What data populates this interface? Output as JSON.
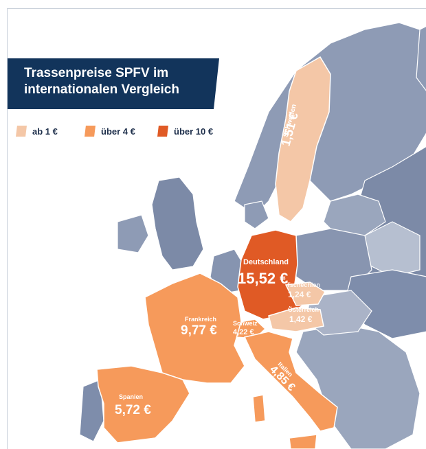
{
  "title": {
    "line1": "Trassenpreise SPFV im",
    "line2": "internationalen Vergleich"
  },
  "legend": [
    {
      "label": "ab 1 €",
      "color": "#f4c7a7"
    },
    {
      "label": "über 4 €",
      "color": "#f69a5b"
    },
    {
      "label": "über 10 €",
      "color": "#e05a25"
    }
  ],
  "colors": {
    "sea": "#ffffff",
    "other_country": "#8e9bb5",
    "other_country_dark": "#6e7d9b",
    "border": "#ffffff",
    "title_bg": "#12345b"
  },
  "countries": {
    "schweden": {
      "name": "Schweden",
      "price": "1,51 €"
    },
    "deutschland": {
      "name": "Deutschland",
      "price": "15,52 €"
    },
    "tschechien": {
      "name": "Tschechien",
      "price": "1,24 €"
    },
    "oesterreich": {
      "name": "Österreich",
      "price": "1,42 €"
    },
    "frankreich": {
      "name": "Frankreich",
      "price": "9,77 €"
    },
    "schweiz": {
      "name": "Schweiz",
      "price": "4,22 €"
    },
    "italien": {
      "name": "Italien",
      "price": "4,85 €"
    },
    "spanien": {
      "name": "Spanien",
      "price": "5,72 €"
    }
  }
}
